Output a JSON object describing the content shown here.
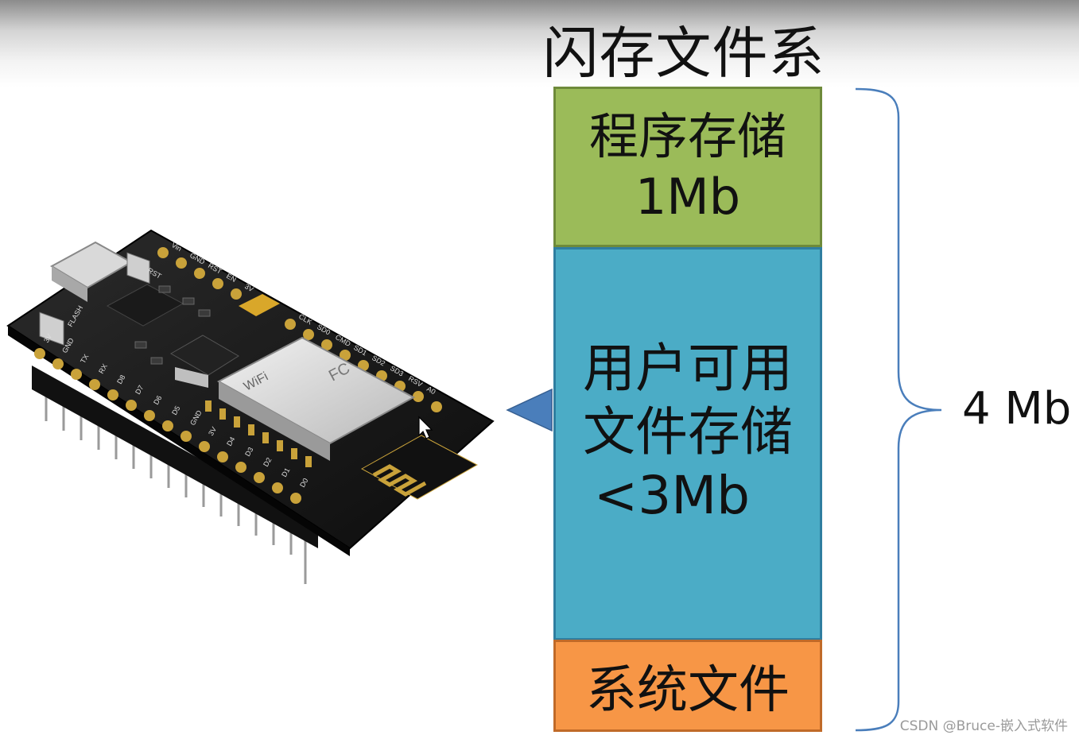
{
  "title": "闪存文件系统",
  "blocks": {
    "program": {
      "line1": "程序存储",
      "line2": "1Mb"
    },
    "user": {
      "line1": "用户可用",
      "line2": "文件存储",
      "line3": "<3Mb"
    },
    "system": {
      "line1": "系统文件"
    }
  },
  "total": "4 Mb",
  "watermark": "CSDN @Bruce-嵌入式软件",
  "board_silkscreen": {
    "wifi": "WiFi",
    "fcc": "FC",
    "pins_top": [
      "Vin",
      "GND",
      "RST",
      "EN",
      "3V",
      "CLK",
      "SD0",
      "CMD",
      "SD1",
      "SD2",
      "SD3",
      "RSV",
      "A0"
    ],
    "pins_bottom": [
      "3V",
      "GND",
      "TX",
      "RX",
      "D8",
      "D7",
      "D6",
      "D5",
      "GND",
      "3V",
      "D4",
      "D3",
      "D2",
      "D1",
      "D0"
    ],
    "buttons": [
      "RST",
      "FLASH"
    ]
  },
  "colors": {
    "program_block": "#9bbb59",
    "user_block": "#4bacc6",
    "system_block": "#f79646",
    "pointer": "#4a7ebb",
    "brace": "#4a7ebb"
  }
}
